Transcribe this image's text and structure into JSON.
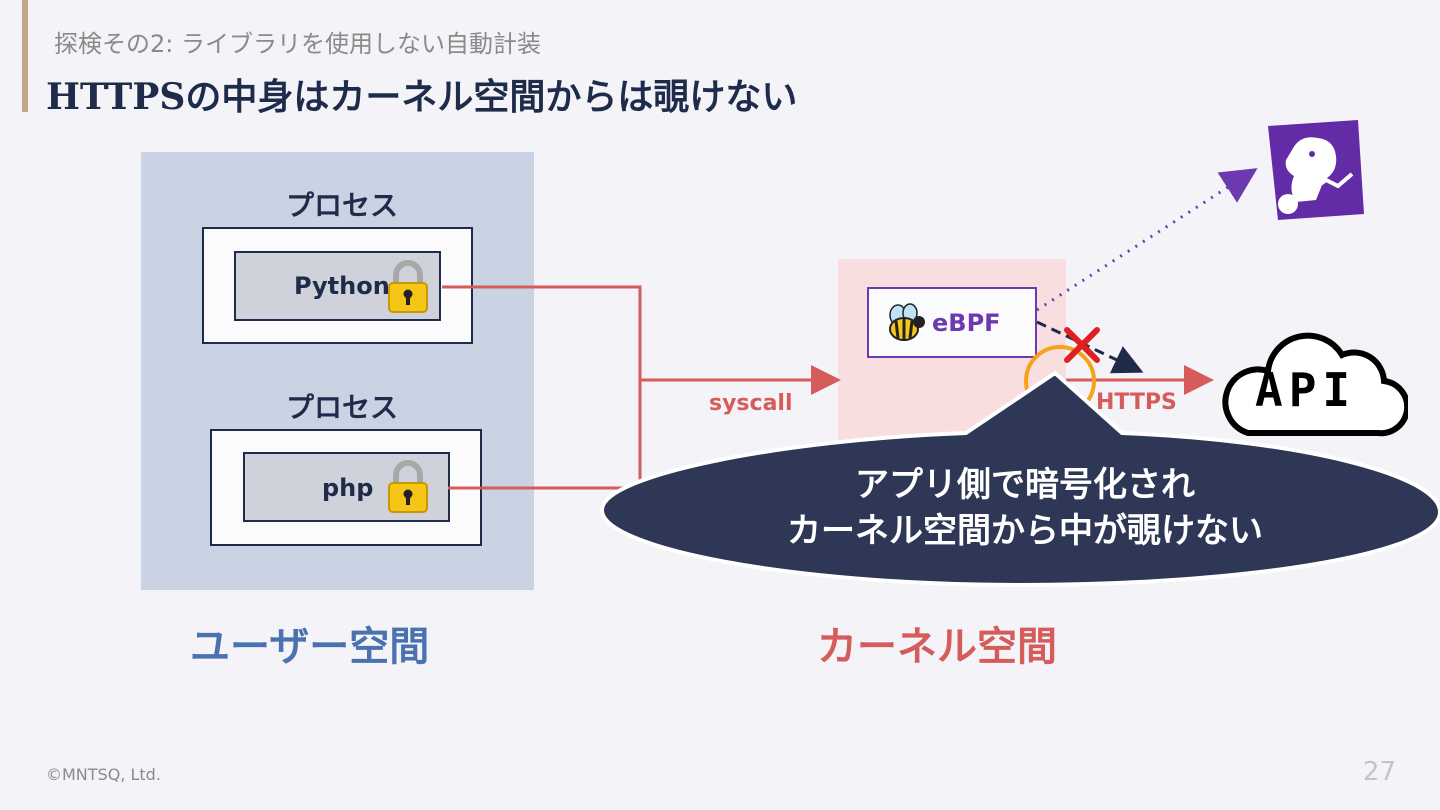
{
  "header": {
    "subtitle": "探検その2: ライブラリを使用しない自動計装",
    "title": "HTTPSの中身はカーネル空間からは覗けない"
  },
  "user_space": {
    "label": "ユーザー空間",
    "processes": [
      {
        "label": "プロセス",
        "lang": "Python"
      },
      {
        "label": "プロセス",
        "lang": "php"
      }
    ]
  },
  "kernel_space": {
    "label": "カーネル空間",
    "ebpf_label": "eBPF",
    "syscall_label": "syscall",
    "https_label": "HTTPS"
  },
  "api_label": "API",
  "callout": {
    "line1": "アプリ側で暗号化され",
    "line2": "カーネル空間から中が覗けない"
  },
  "colors": {
    "accent": "#c3a78c",
    "navy": "#1e2b4a",
    "red": "#d65c5c",
    "purple": "#6c3ab0",
    "blue": "#4a72b0"
  },
  "footer": {
    "copyright": "©MNTSQ, Ltd.",
    "page": "27"
  }
}
